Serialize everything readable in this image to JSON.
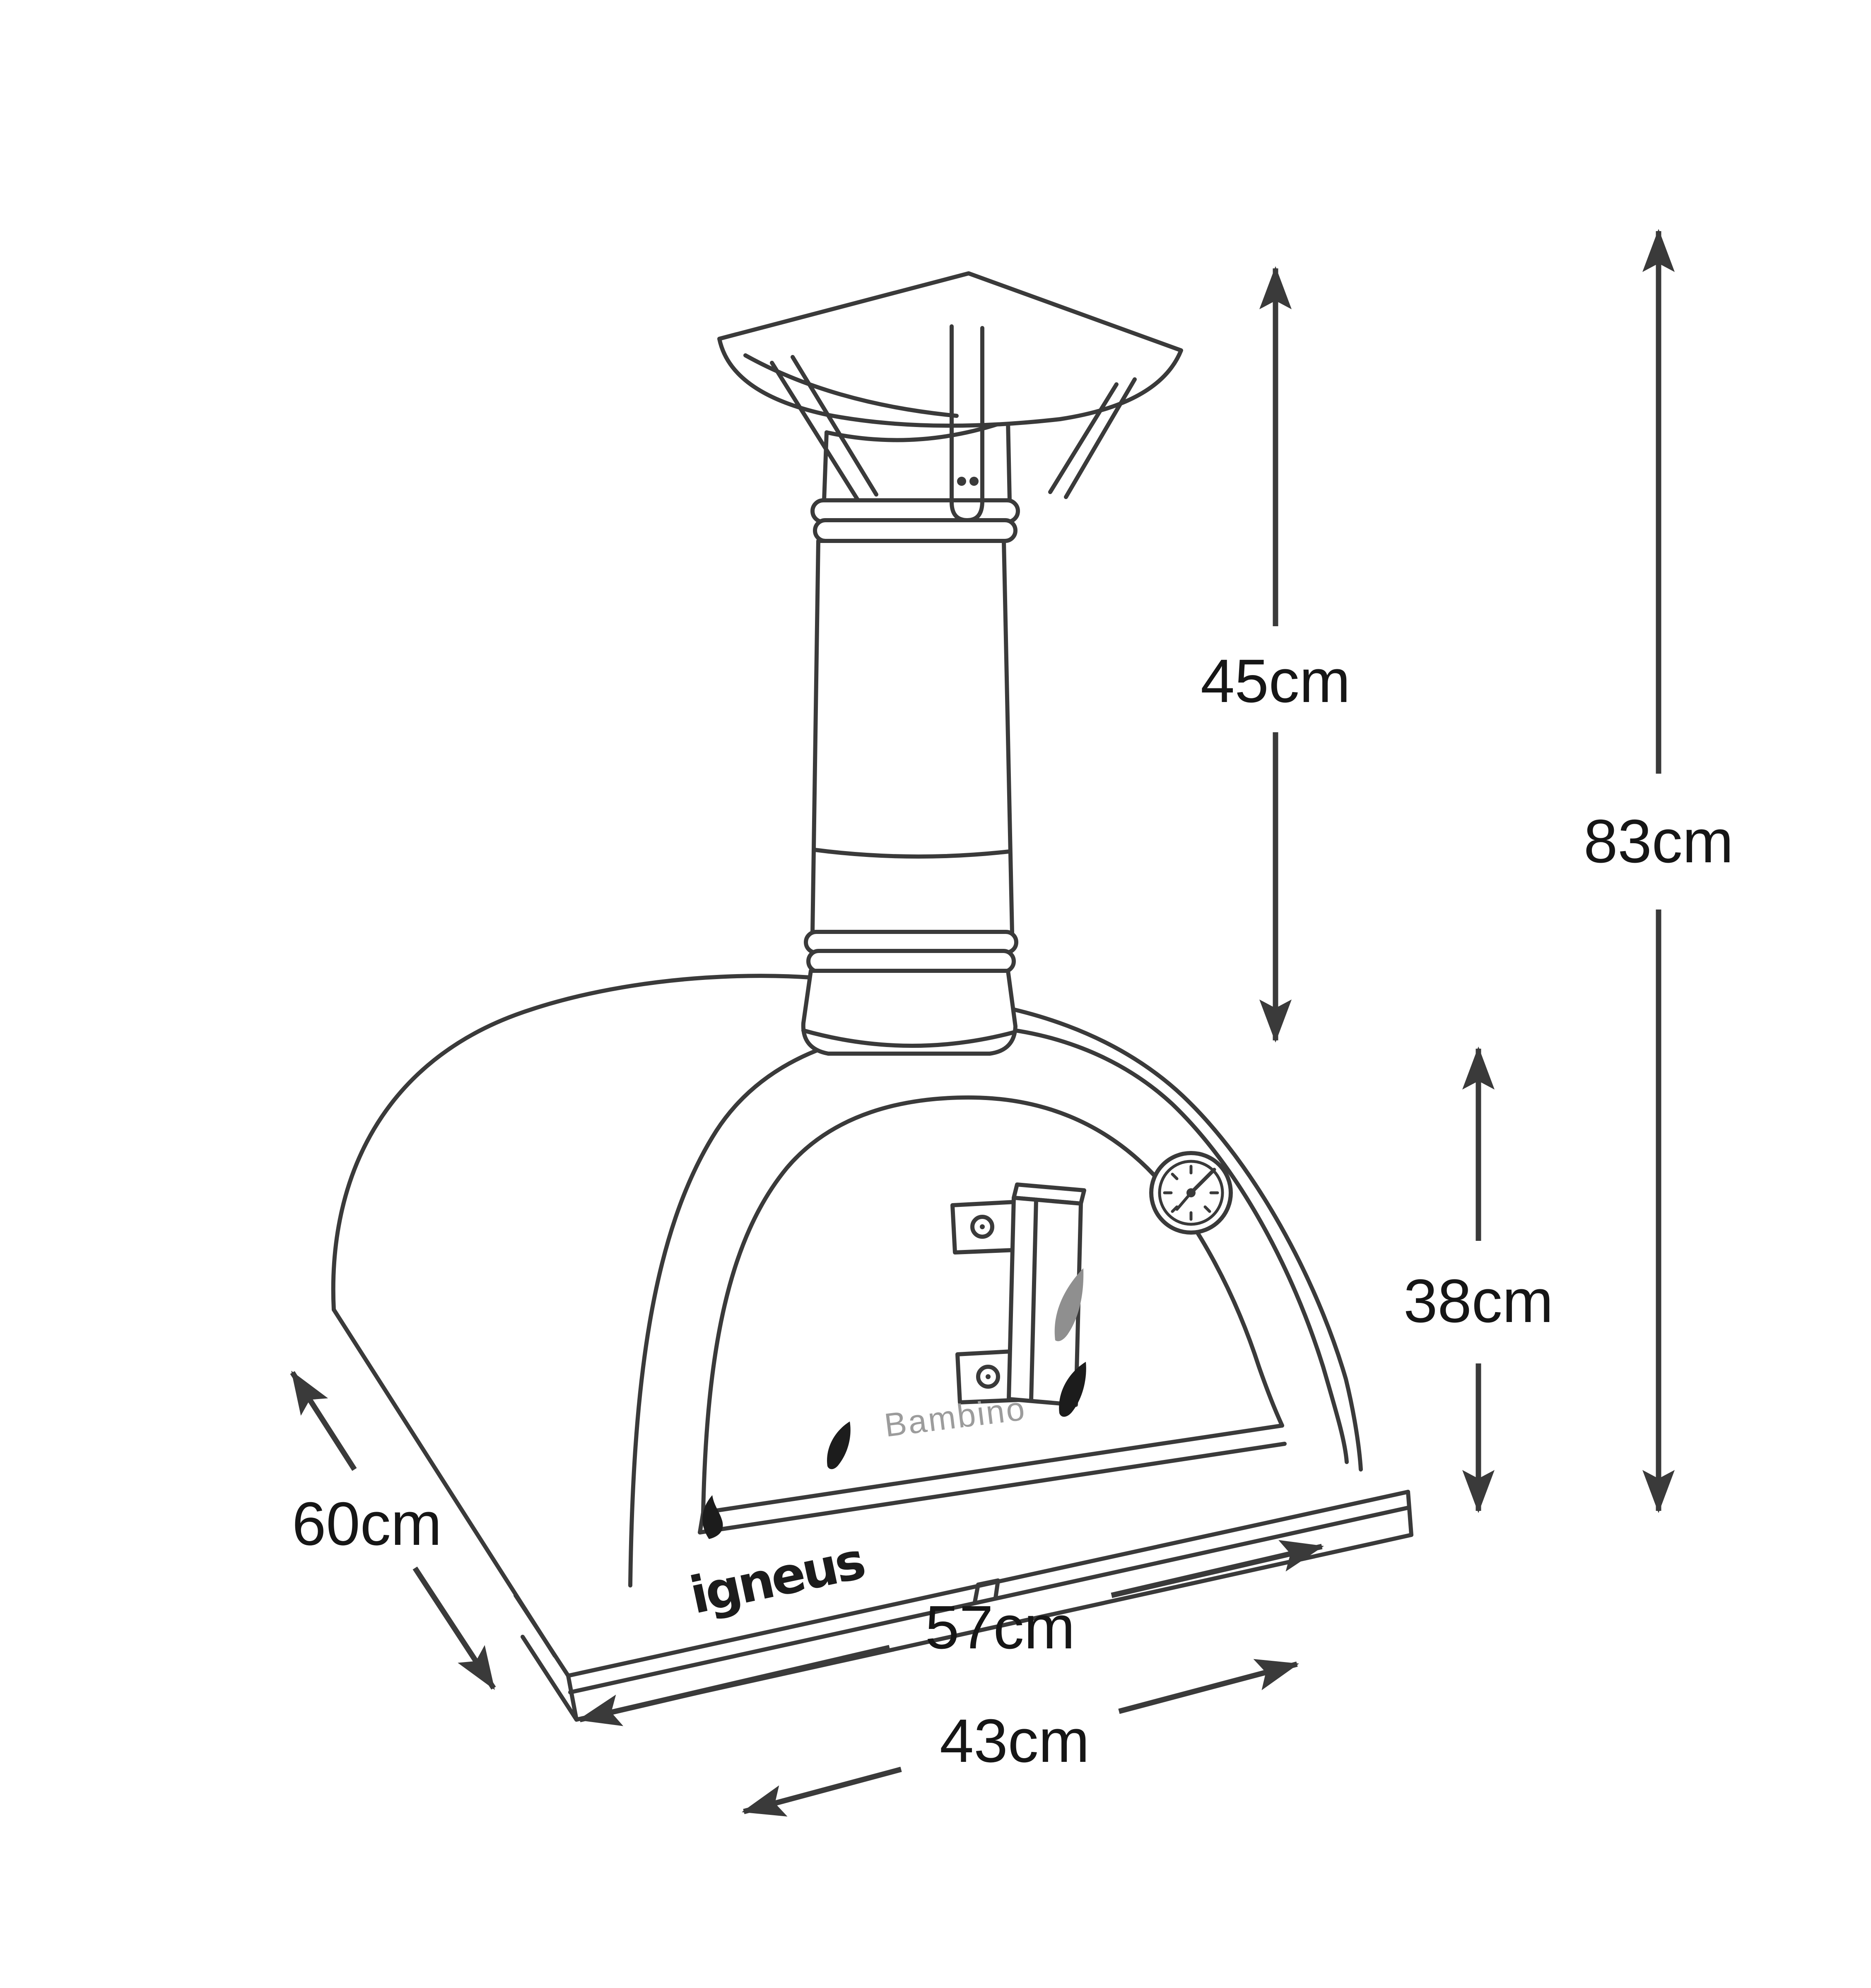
{
  "diagram": {
    "title": "pizza-oven-dimension-diagram",
    "background": "#ffffff",
    "line_color": "#3a3a3a",
    "text_color": "#161616",
    "muted_text_color": "#9c9c9c",
    "product": {
      "brand_logo_text": "igneus",
      "model_text": "Bambino"
    },
    "dimensions": {
      "chimney": {
        "label": "45cm",
        "orientation": "vertical"
      },
      "total": {
        "label": "83cm",
        "orientation": "vertical"
      },
      "body": {
        "label": "38cm",
        "orientation": "vertical"
      },
      "depth": {
        "label": "60cm",
        "orientation": "diagonal"
      },
      "width": {
        "label": "57cm",
        "orientation": "diagonal"
      },
      "base": {
        "label": "43cm",
        "orientation": "diagonal"
      }
    },
    "icons": [
      "chimney-cap-icon",
      "thermometer-icon",
      "flame-icon",
      "leaf-icon"
    ]
  }
}
